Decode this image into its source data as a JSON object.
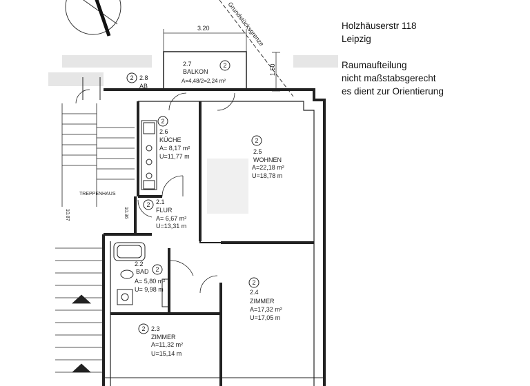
{
  "address": {
    "street": "Holzhäuserstr 118",
    "city": "Leipzig"
  },
  "notes": {
    "line1": "Raumaufteilung",
    "line2": "nicht maßstabsgerecht",
    "line3": "es dient zur Orientierung"
  },
  "plan": {
    "rooms": [
      {
        "floor_num": "2",
        "code": "2.7",
        "name": "BALKON",
        "area": "A=4,48/2=2,24 m²",
        "perimeter": ""
      },
      {
        "floor_num": "2",
        "code": "2.8",
        "name": "AB",
        "area": "",
        "perimeter": ""
      },
      {
        "floor_num": "2",
        "code": "2.6",
        "name": "KÜCHE",
        "area": "A=  8,17 m²",
        "perimeter": "U=11,77 m"
      },
      {
        "floor_num": "2",
        "code": "2.5",
        "name": "WOHNEN",
        "area": "A=22,18 m²",
        "perimeter": "U=18,78 m"
      },
      {
        "floor_num": "2",
        "code": "2.1",
        "name": "FLUR",
        "area": "A=  6,67 m²",
        "perimeter": "U=13,31 m"
      },
      {
        "floor_num": "2",
        "code": "2.2",
        "name": "BAD",
        "area": "A= 5,80 m²",
        "perimeter": "U= 9,98 m"
      },
      {
        "floor_num": "2",
        "code": "2.4",
        "name": "ZIMMER",
        "area": "A=17,32 m²",
        "perimeter": "U=17,05 m"
      },
      {
        "floor_num": "2",
        "code": "2.3",
        "name": "ZIMMER",
        "area": "A=11,32 m²",
        "perimeter": "U=15,14 m"
      }
    ],
    "stairwell_label": "TREPPENHAUS",
    "boundary_label": "Grundstücksgrenze",
    "dim_width": "3.20",
    "dim_depth": "1.50",
    "side_label_1": "10.87",
    "side_label_2": "10.36"
  }
}
